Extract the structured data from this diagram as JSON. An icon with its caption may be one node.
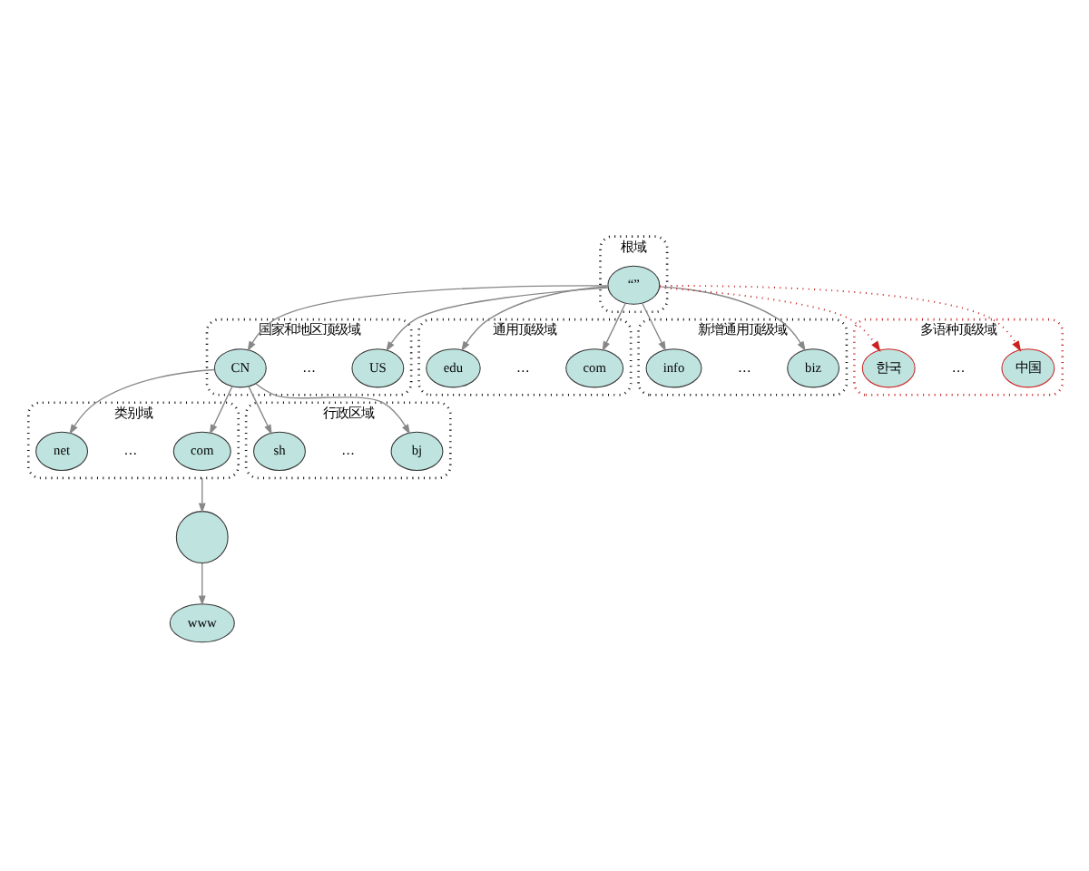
{
  "diagram": {
    "nodes": [
      {
        "text": [
          "根域"
        ]
      },
      {
        "text": [
          "“”"
        ],
        "in": 0
      },
      {
        "text": [
          "国家和地区顶级域"
        ]
      },
      {
        "text": [
          "US"
        ],
        "in": 2
      },
      {
        "text": [
          "CN"
        ],
        "in": 2
      },
      {
        "text": [
          "通用顶级域"
        ]
      },
      {
        "text": [
          "com"
        ],
        "in": 5
      },
      {
        "text": [
          "edu"
        ],
        "in": 5
      },
      {
        "text": [
          "新增通用顶级域"
        ]
      },
      {
        "text": [
          "biz"
        ],
        "in": 8
      },
      {
        "text": [
          "info"
        ],
        "in": 8
      },
      {
        "text": [
          "多语种顶级域"
        ]
      },
      {
        "text": [
          "中国"
        ],
        "in": 11
      },
      {
        "text": [
          "한국"
        ],
        "in": 11
      },
      {
        "text": [
          "类别域"
        ]
      },
      {
        "text": [
          "com"
        ],
        "in": 14
      },
      {
        "text": [
          "net"
        ],
        "in": 14
      },
      {
        "text": [
          "行政区域"
        ]
      },
      {
        "text": [
          "bj"
        ],
        "in": 17
      },
      {
        "text": [
          "sh"
        ],
        "in": 17
      },
      {
        "text": [],
        "shape": "circle"
      },
      {
        "text": [
          "www"
        ]
      }
    ],
    "edges": [
      {
        "from": 1,
        "to": 3,
        "arrow": "to"
      },
      {
        "from": 1,
        "to": 4,
        "arrow": "to"
      },
      {
        "from": 1,
        "to": 6,
        "arrow": "to"
      },
      {
        "from": 1,
        "to": 7,
        "arrow": "to"
      },
      {
        "from": 1,
        "to": 9,
        "arrow": "to"
      },
      {
        "from": 1,
        "to": 10,
        "arrow": "to"
      },
      {
        "from": 1,
        "to": 12,
        "arrow": "to",
        "style": "dashed",
        "color": "#cc2222"
      },
      {
        "from": 1,
        "to": 13,
        "arrow": "to",
        "style": "dashed",
        "color": "#cc2222"
      },
      {
        "from": 4,
        "to": 15,
        "arrow": "to"
      },
      {
        "from": 4,
        "to": 16,
        "arrow": "to"
      },
      {
        "from": 4,
        "to": 18,
        "arrow": "to"
      },
      {
        "from": 4,
        "to": 19,
        "arrow": "to"
      },
      {
        "from": 14,
        "to": 20,
        "arrow": "to"
      },
      {
        "from": 20,
        "to": 21,
        "arrow": "to"
      }
    ],
    "labels": [
      "…",
      "…",
      "…",
      "…",
      "…",
      "…"
    ]
  }
}
